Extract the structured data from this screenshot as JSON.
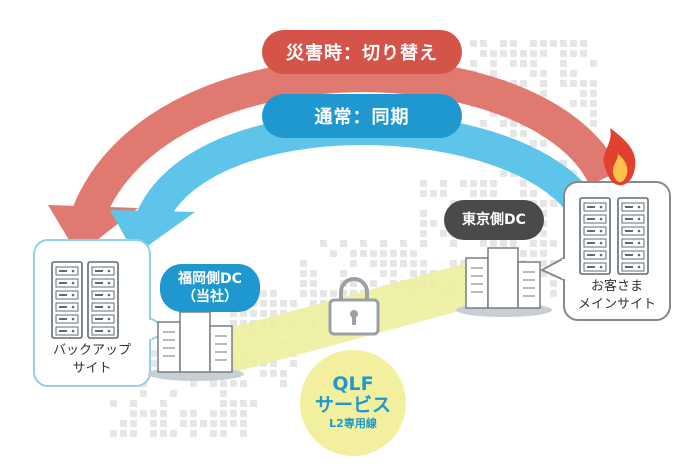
{
  "labels": {
    "disaster_switch": "災害時：切り替え",
    "normal_sync": "通常：同期",
    "fukuoka_dc_line1": "福岡側DC",
    "fukuoka_dc_line2": "（当社）",
    "tokyo_dc": "東京側DC",
    "backup_site_line1": "バックアップ",
    "backup_site_line2": "サイト",
    "customer_site_line1": "お客さま",
    "customer_site_line2": "メインサイト",
    "qlf_line1": "QLF",
    "qlf_line2": "サービス",
    "qlf_line3": "L2専用線"
  },
  "colors": {
    "red_arrow": "#e07a70",
    "red_pill": "#d5544a",
    "blue_arrow": "#5ec4ea",
    "blue_pill": "#1f97cf",
    "tokyo_tag": "#4a4a4a",
    "line_band": "#eef0a0",
    "map_tiles": "#e6e6e6",
    "flame": "#e2412f"
  },
  "icons": [
    "flame-icon",
    "lock-icon",
    "server-rack-icon",
    "datacenter-building-icon"
  ]
}
